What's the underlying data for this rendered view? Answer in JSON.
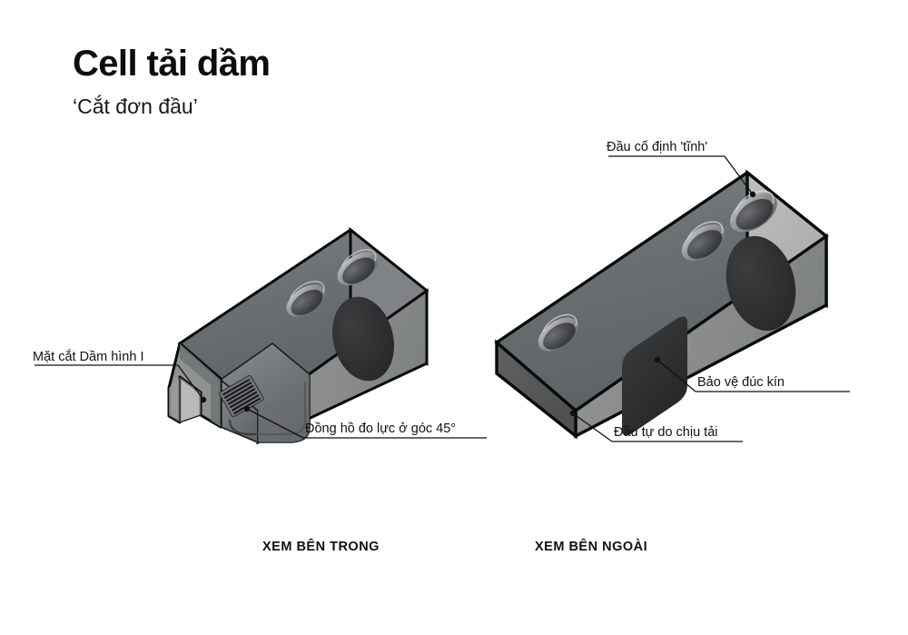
{
  "page": {
    "background": "#ffffff",
    "title": "Cell tải dầm",
    "subtitle": "‘Cắt đơn đầu’"
  },
  "captions": {
    "inside": "XEM BÊN TRONG",
    "outside": "XEM BÊN NGOÀI"
  },
  "annotations": [
    {
      "id": "i-section",
      "label": "Mặt cắt Dầm hình I",
      "view": "inside"
    },
    {
      "id": "gauge",
      "label": "Đồng hồ đo lực ở góc 45°",
      "view": "inside"
    },
    {
      "id": "fixed-end",
      "label": "Đầu cố định 'tĩnh'",
      "view": "outside"
    },
    {
      "id": "potting",
      "label": "Bảo vệ đúc kín",
      "view": "outside"
    },
    {
      "id": "free-end",
      "label": "Đầu tự do chịu tải",
      "view": "outside"
    }
  ],
  "colors": {
    "outline": "#0a0a0a",
    "top_face": "#6e7376",
    "front_face": "#8c8f8e",
    "end_face_dark": "#58595a",
    "end_face_light": "#b3b6b4",
    "cavity": "#7a7e80",
    "bore_dark": "#3a3d3f",
    "potting_dark": "#2d2f31",
    "text": "#111111"
  },
  "views": {
    "inside": {
      "name": "Cutaway beam load cell",
      "top_holes": 2,
      "has_i_beam_section": true,
      "has_strain_gauge": true,
      "gauge_grid_lines": 7,
      "front_ellipse": 1
    },
    "outside": {
      "name": "Solid beam load cell",
      "top_holes": 3,
      "front_ellipse": 1,
      "front_potting_panel": 1
    }
  }
}
